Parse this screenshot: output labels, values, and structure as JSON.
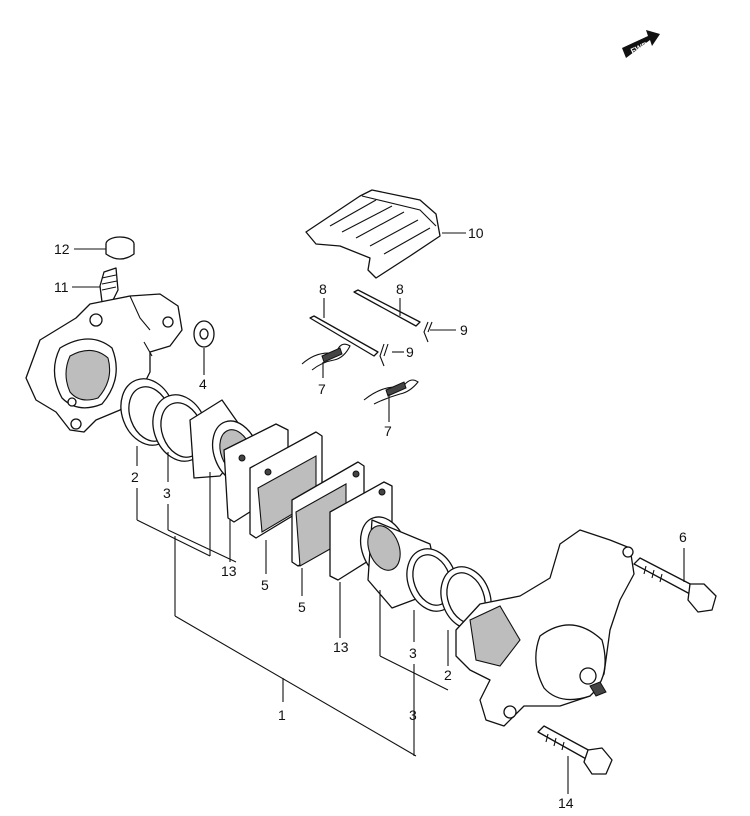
{
  "fwd_badge": {
    "text": "FWD"
  },
  "callouts": {
    "c1": "1",
    "c2a": "2",
    "c2b": "2",
    "c3a": "3",
    "c3b": "3",
    "c3c": "3",
    "c4": "4",
    "c5a": "5",
    "c5b": "5",
    "c6": "6",
    "c7a": "7",
    "c7b": "7",
    "c8a": "8",
    "c8b": "8",
    "c9a": "9",
    "c9b": "9",
    "c10": "10",
    "c11": "11",
    "c12": "12",
    "c13a": "13",
    "c13b": "13",
    "c14": "14"
  },
  "colors": {
    "line": "#111111",
    "shade": "#bdbdbd",
    "background": "#ffffff"
  }
}
